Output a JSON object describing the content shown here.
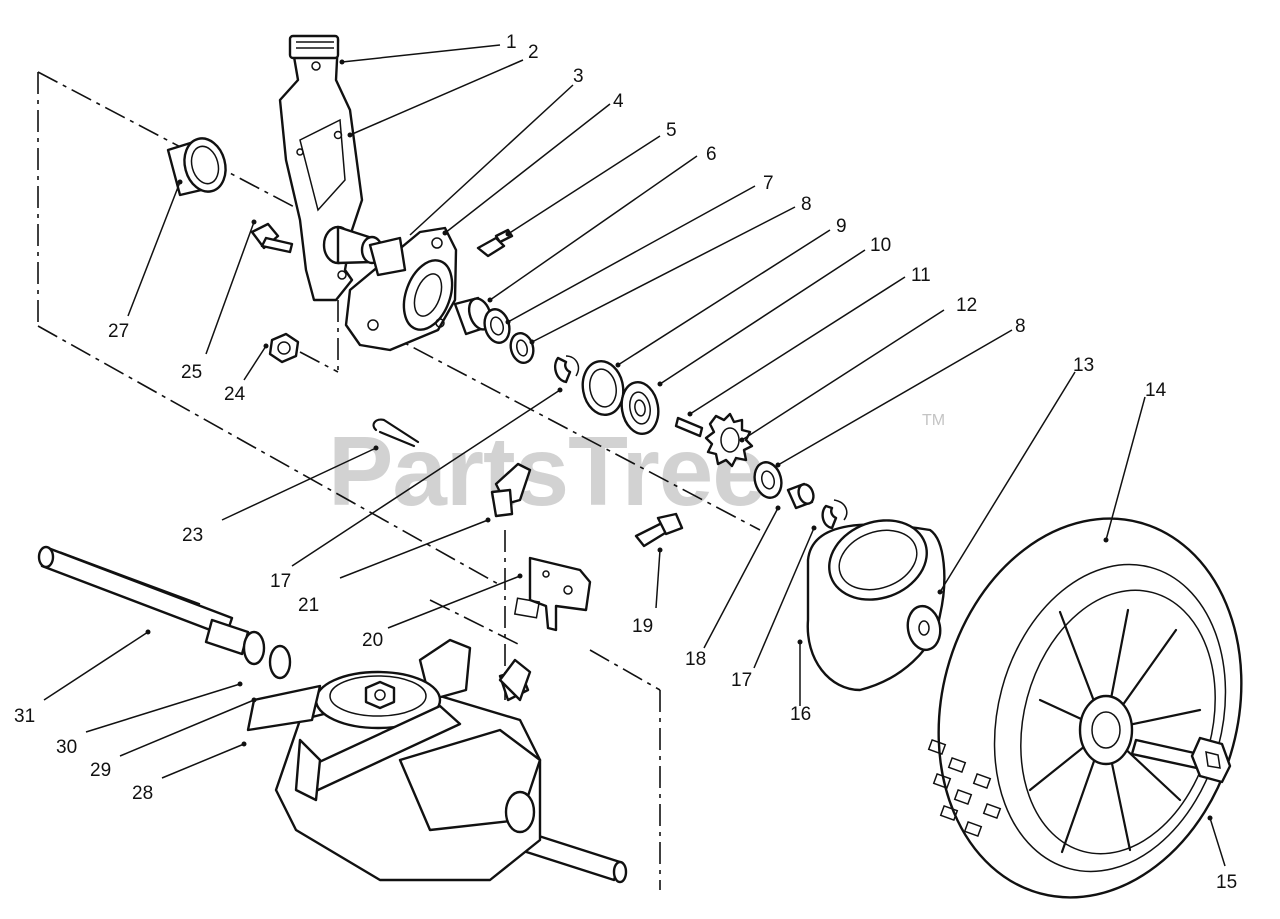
{
  "watermark": {
    "text": "PartsTree",
    "trademark": "TM"
  },
  "labels": [
    {
      "id": "1",
      "text": "1"
    },
    {
      "id": "2",
      "text": "2"
    },
    {
      "id": "3",
      "text": "3"
    },
    {
      "id": "4",
      "text": "4"
    },
    {
      "id": "5",
      "text": "5"
    },
    {
      "id": "6",
      "text": "6"
    },
    {
      "id": "7",
      "text": "7"
    },
    {
      "id": "8a",
      "text": "8"
    },
    {
      "id": "9",
      "text": "9"
    },
    {
      "id": "10",
      "text": "10"
    },
    {
      "id": "11",
      "text": "11"
    },
    {
      "id": "12",
      "text": "12"
    },
    {
      "id": "8b",
      "text": "8"
    },
    {
      "id": "13",
      "text": "13"
    },
    {
      "id": "14",
      "text": "14"
    },
    {
      "id": "15",
      "text": "15"
    },
    {
      "id": "16",
      "text": "16"
    },
    {
      "id": "17a",
      "text": "17"
    },
    {
      "id": "18",
      "text": "18"
    },
    {
      "id": "19",
      "text": "19"
    },
    {
      "id": "20",
      "text": "20"
    },
    {
      "id": "21",
      "text": "21"
    },
    {
      "id": "17b",
      "text": "17"
    },
    {
      "id": "23",
      "text": "23"
    },
    {
      "id": "24",
      "text": "24"
    },
    {
      "id": "25",
      "text": "25"
    },
    {
      "id": "27",
      "text": "27"
    },
    {
      "id": "28",
      "text": "28"
    },
    {
      "id": "29",
      "text": "29"
    },
    {
      "id": "30",
      "text": "30"
    },
    {
      "id": "31",
      "text": "31"
    }
  ]
}
